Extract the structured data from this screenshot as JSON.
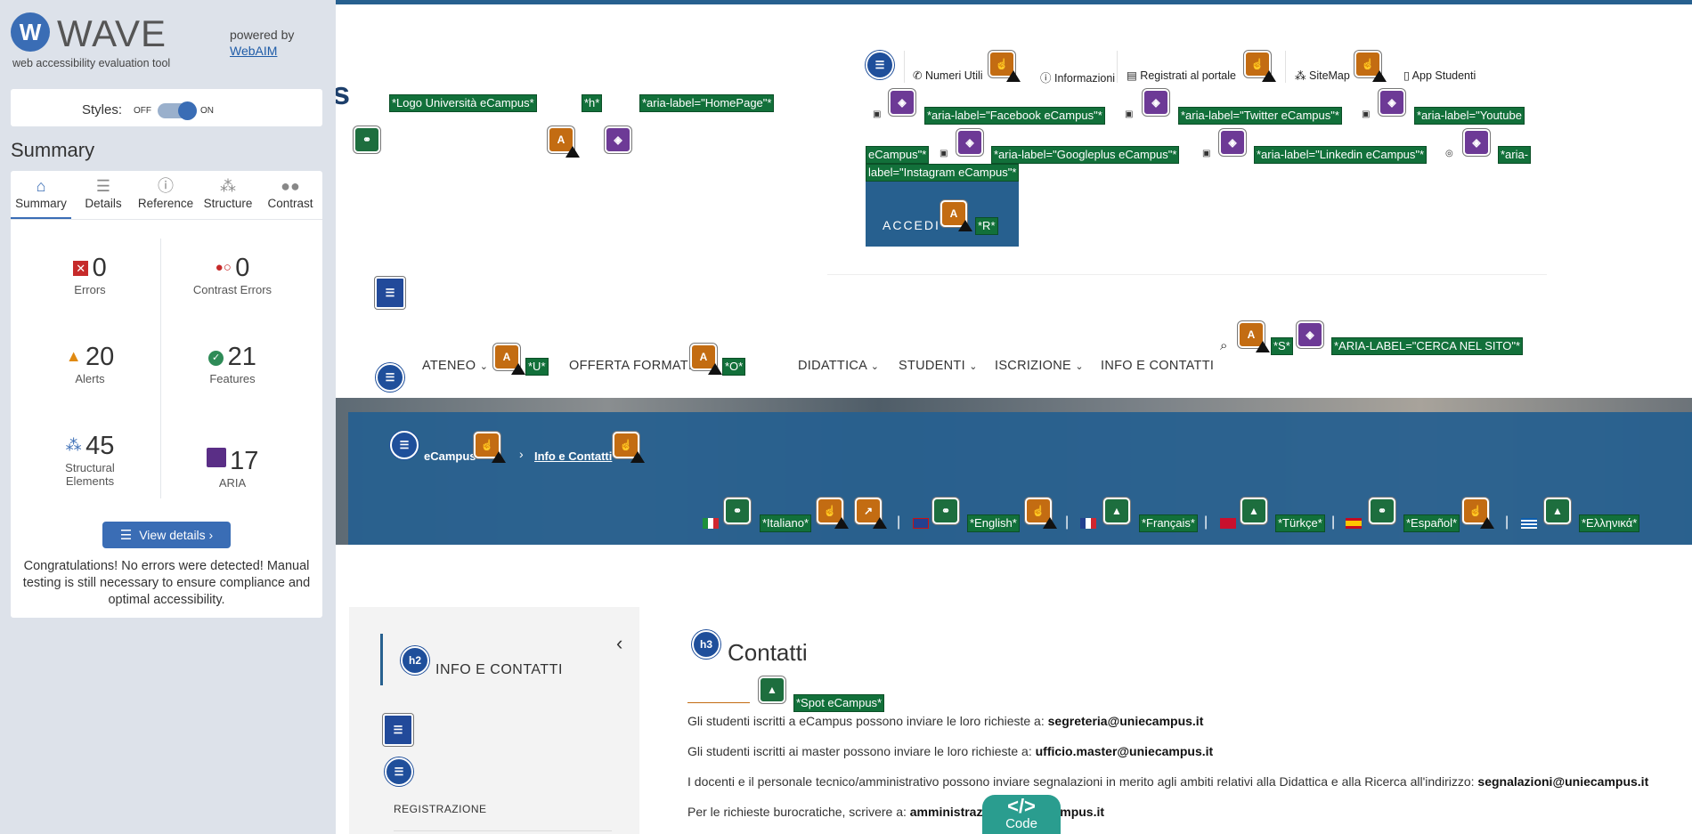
{
  "wave": {
    "logo": "WAVE",
    "tagline": "web accessibility evaluation tool",
    "powered_by": "powered by",
    "webaim": "WebAIM",
    "styles_label": "Styles:",
    "styles_off": "OFF",
    "styles_on": "ON",
    "summary_title": "Summary",
    "tabs": [
      {
        "label": "Summary",
        "icon": "home-icon"
      },
      {
        "label": "Details",
        "icon": "list-icon"
      },
      {
        "label": "Reference",
        "icon": "info-icon"
      },
      {
        "label": "Structure",
        "icon": "hierarchy-icon"
      },
      {
        "label": "Contrast",
        "icon": "contrast-icon"
      }
    ],
    "stats": {
      "errors": {
        "value": "0",
        "label": "Errors"
      },
      "contrast": {
        "value": "0",
        "label": "Contrast Errors"
      },
      "alerts": {
        "value": "20",
        "label": "Alerts"
      },
      "features": {
        "value": "21",
        "label": "Features"
      },
      "structural": {
        "value": "45",
        "label": "Structural Elements"
      },
      "aria": {
        "value": "17",
        "label": "ARIA"
      }
    },
    "view_details": "View details ›",
    "message": "Congratulations! No errors were detected! Manual testing is still necessary to ensure compliance and optimal accessibility."
  },
  "site": {
    "logo_letter": "s",
    "logo_tags": [
      "*Logo Università eCampus*",
      "*h*",
      "*aria-label=\"HomePage\"*"
    ],
    "top_links": [
      "Numeri Utili",
      "Informazioni",
      "Registrati al portale",
      "SiteMap",
      "App Studenti"
    ],
    "social_tags": [
      "*aria-label=\"Facebook eCampus\"*",
      "*aria-label=\"Twitter eCampus\"*",
      "*aria-label=\"Youtube",
      "eCampus\"*",
      "*aria-label=\"Googleplus eCampus\"*",
      "*aria-label=\"Linkedin eCampus\"*",
      "*aria-",
      "label=\"Instagram eCampus\"*"
    ],
    "accedi": "ACCEDI",
    "accedi_tag": "*R*",
    "nav": [
      "ATENEO",
      "OFFERTA FORMATIVA",
      "DIDATTICA",
      "STUDENTI",
      "ISCRIZIONE",
      "INFO E CONTATTI"
    ],
    "nav_tags": [
      "*U*",
      "*O*"
    ],
    "search_tags": [
      "*S*",
      "*ARIA-LABEL=\"CERCA NEL SITO\"*"
    ],
    "breadcrumb": [
      "eCampus",
      "Info e Contatti"
    ],
    "languages": [
      "*Italiano*",
      "*English*",
      "*Français*",
      "*Türkçe*",
      "*Español*",
      "*Ελληνικά*"
    ],
    "sidebar_title": "INFO E CONTATTI",
    "sidebar_item": "REGISTRAZIONE",
    "heading": "Contatti",
    "spot_tag": "*Spot eCampus*",
    "lines": [
      {
        "text": "Gli studenti iscritti a eCampus possono inviare le loro richieste a: ",
        "email": "segreteria@uniecampus.it"
      },
      {
        "text": "Gli studenti iscritti ai master possono inviare le loro richieste a: ",
        "email": "ufficio.master@uniecampus.it"
      },
      {
        "text": "I docenti e il personale tecnico/amministrativo possono inviare segnalazioni in merito agli ambiti relativi alla Didattica e alla Ricerca all'indirizzo: ",
        "email": "segnalazioni@uniecampus.it"
      },
      {
        "text": "Per le richieste burocratiche, scrivere a: ",
        "email": "amministrazione@uniecampus.it"
      }
    ],
    "code_label": "Code",
    "code_symbol": "</>"
  },
  "colors": {
    "wave_bg": "#dde2ea",
    "accent": "#3a6db5",
    "banner": "#27608f",
    "green_tag": "#12703a",
    "orange_icon": "#c36c12",
    "purple_icon": "#6d3a96"
  }
}
